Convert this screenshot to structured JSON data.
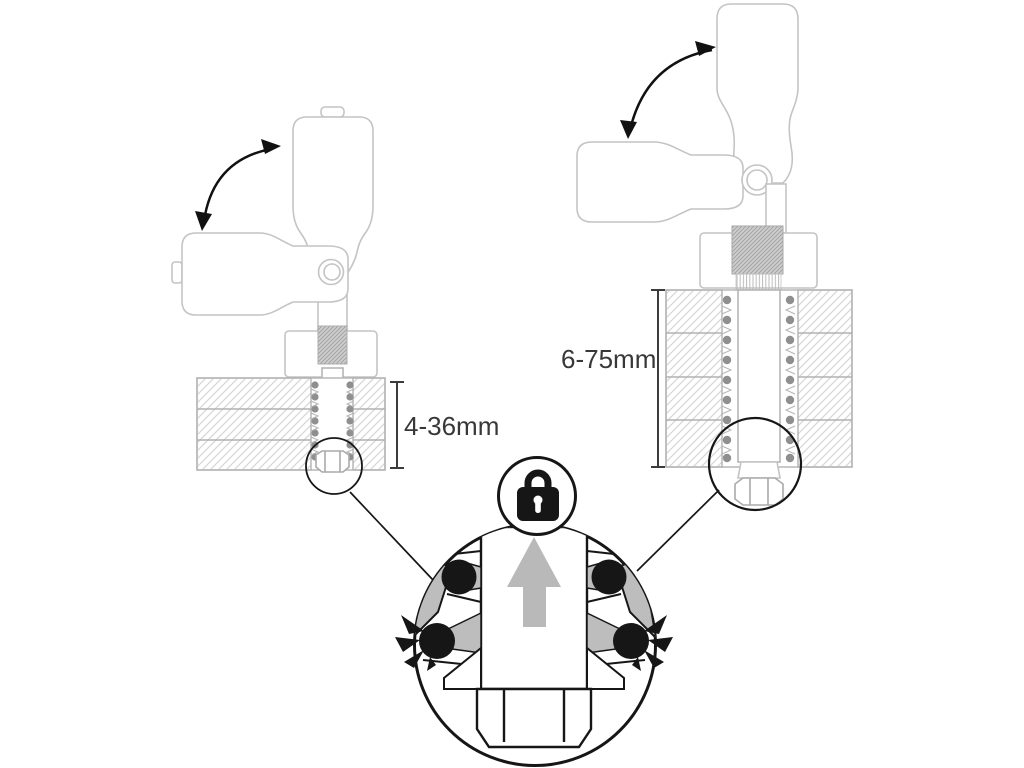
{
  "diagram": {
    "description": "Technical line-art diagram of a quick-release toggle clamp shown in two sizes, with lever rotation arrows, hatched workpiece blocks, grip range dimensions and a magnified locking-ball detail"
  },
  "labels": {
    "left_range": "4-36mm",
    "right_range": "6-75mm"
  },
  "icons": {
    "rotation_arrow": "curved double-ended arrow – lever swing",
    "lock": "closed padlock – locked state",
    "up_arrow": "upward pull / clamping direction",
    "grip_burst": "impact burst – balls gripping bore"
  },
  "colors": {
    "device_outline": "#c4c4c4",
    "block_outline": "#b2b2b2",
    "hatch_line": "#d6d6d6",
    "thread_fill": "#cdcdcd",
    "dot_gray": "#8f8f8f",
    "detail_ink": "#161616",
    "mech_gray": "#bdbdbd",
    "label_text": "#383838"
  }
}
